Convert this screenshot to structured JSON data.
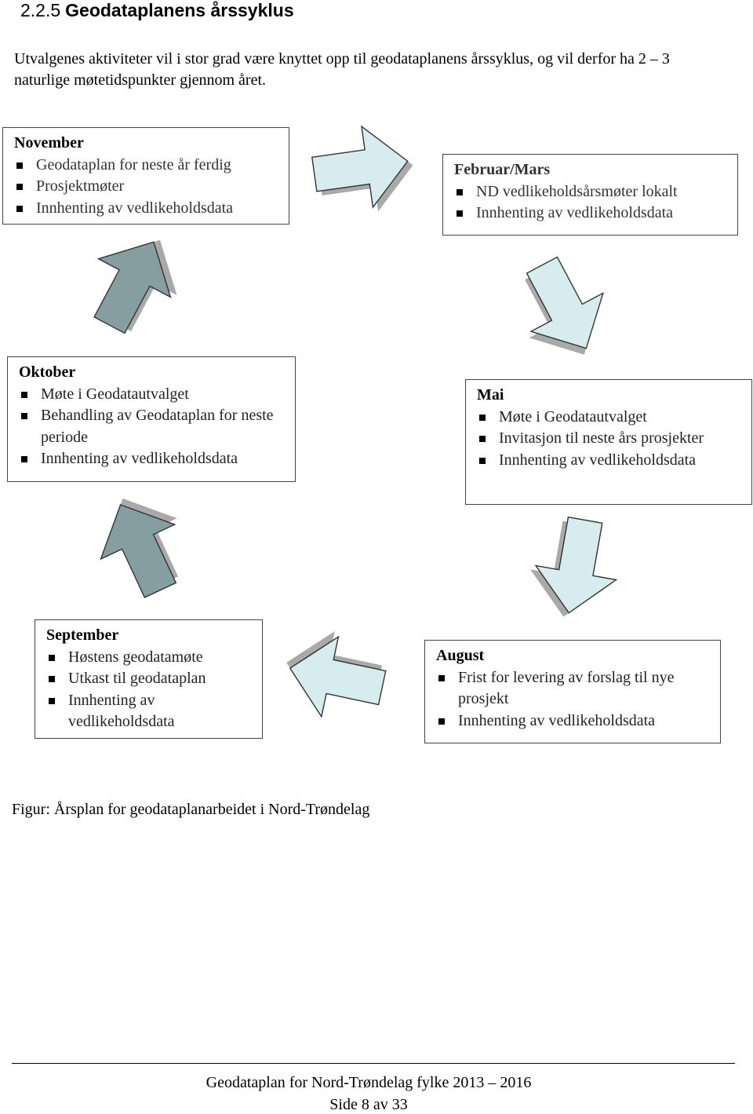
{
  "section": {
    "number": "2.2.5",
    "title": "Geodataplanens årssyklus"
  },
  "intro": "Utvalgenes aktiviteter vil i stor grad være knyttet opp til geodataplanens årssyklus, og vil derfor ha 2 – 3 naturlige møtetidspunkter gjennom året.",
  "boxes": {
    "november": {
      "title": "November",
      "items": [
        "Geodataplan for neste år ferdig",
        "Prosjektmøter",
        "Innhenting av vedlikeholdsdata"
      ]
    },
    "februar": {
      "title": "Februar/Mars",
      "items": [
        "ND vedlikeholdsårsmøter lokalt",
        "Innhenting av vedlikeholdsdata"
      ]
    },
    "oktober": {
      "title": "Oktober",
      "items": [
        "Møte i Geodatautvalget",
        "Behandling av Geodataplan for neste periode",
        "Innhenting av vedlikeholdsdata"
      ]
    },
    "mai": {
      "title": "Mai",
      "items": [
        "Møte i Geodatautvalget",
        "Invitasjon til neste års prosjekter",
        "Innhenting av vedlikeholdsdata"
      ]
    },
    "september": {
      "title": "September",
      "items": [
        "Høstens geodatamøte",
        "Utkast til geodataplan",
        "Innhenting av vedlikeholdsdata"
      ]
    },
    "august": {
      "title": "August",
      "items": [
        "Frist for levering av forslag til nye prosjekt",
        "Innhenting av vedlikeholdsdata"
      ]
    }
  },
  "colors": {
    "light_arrow": "#d6ecef",
    "dark_arrow": "#869ea1",
    "shadow": "#a9a9a9"
  },
  "caption": "Figur: Årsplan for geodataplanarbeidet i Nord-Trøndelag",
  "footer": {
    "doc": "Geodataplan for Nord-Trøndelag fylke 2013 – 2016",
    "page": "Side 8 av 33"
  }
}
